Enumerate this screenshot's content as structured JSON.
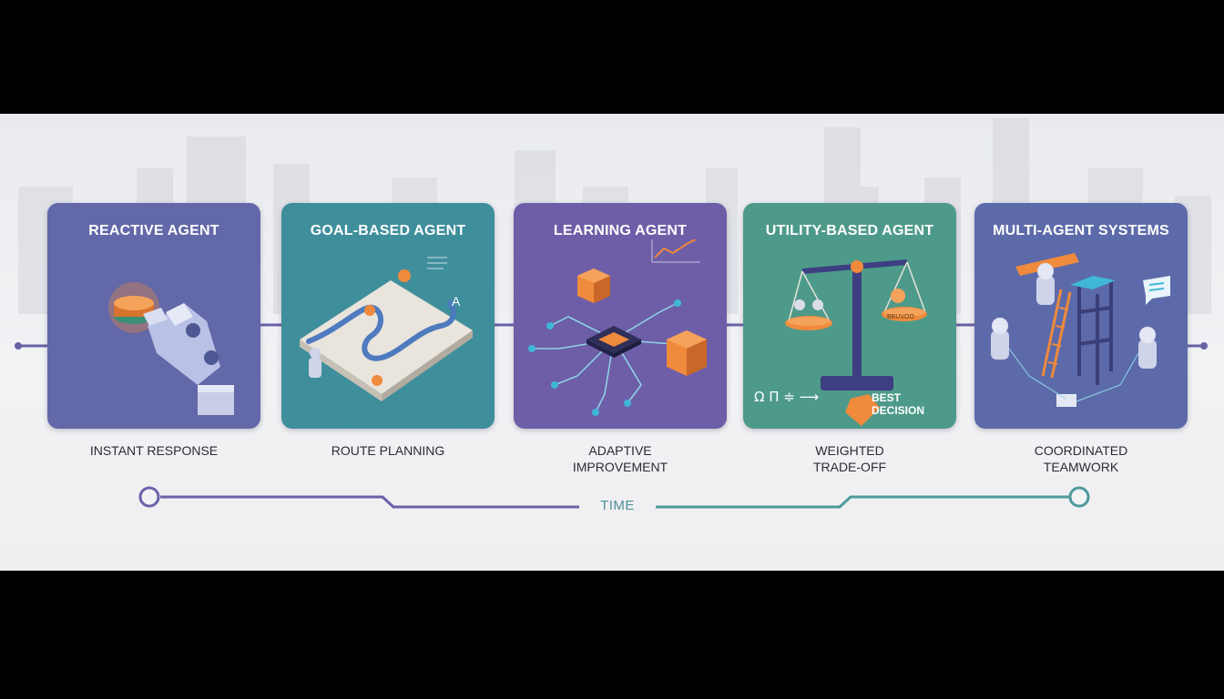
{
  "cards": [
    {
      "title": "REACTIVE AGENT",
      "caption": [
        "INSTANT RESPONSE"
      ],
      "color": "#6268a8"
    },
    {
      "title": "GOAL-BASED AGENT",
      "caption": [
        "ROUTE PLANNING"
      ],
      "color": "#3f8e9c"
    },
    {
      "title": "LEARNING AGENT",
      "caption": [
        "ADAPTIVE",
        "IMPROVEMENT"
      ],
      "color": "#6e5ea8"
    },
    {
      "title": "UTILITY-BASED AGENT",
      "caption": [
        "WEIGHTED",
        "TRADE-OFF"
      ],
      "color": "#4e9a8a"
    },
    {
      "title": "MULTI-AGENT SYSTEMS",
      "caption": [
        "COORDINATED",
        "TEAMWORK"
      ],
      "color": "#5d6aaa"
    }
  ],
  "utility": {
    "formula": "Ω Π ≑ ⟶",
    "best_decision": "BEST DECISION",
    "pan_label": "BBUVOO"
  },
  "goal_marker": "A",
  "time_label": "TIME",
  "colors": {
    "timeline_left": "#6a62a8",
    "timeline_right": "#4e9a9c",
    "orange": "#f08a3c",
    "connector": "#6a62a8"
  }
}
